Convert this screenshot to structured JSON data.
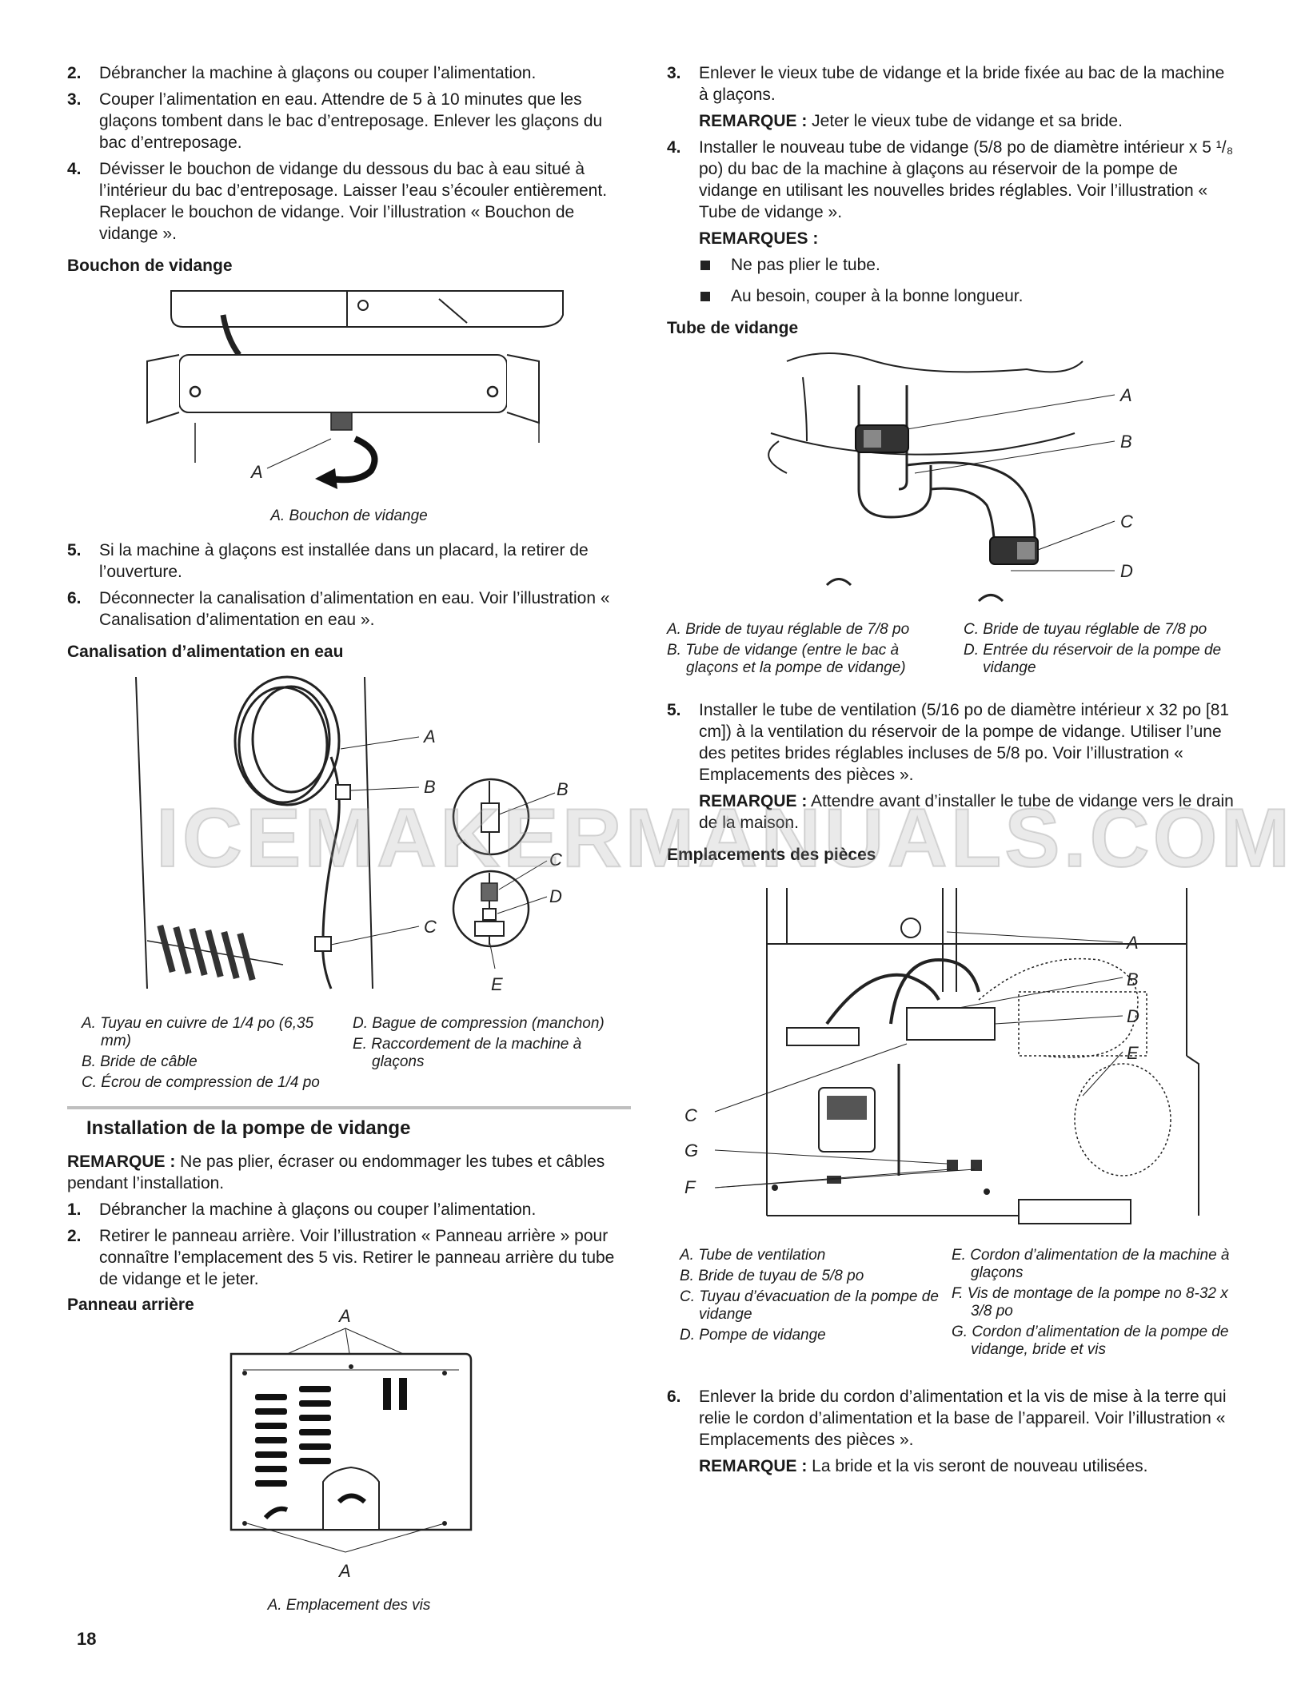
{
  "left": {
    "steps_top": [
      {
        "num": "2.",
        "text": "Débrancher la machine à glaçons ou couper l’alimentation."
      },
      {
        "num": "3.",
        "text": "Couper l’alimentation en eau. Attendre de 5 à 10 minutes que les glaçons tombent dans le bac d’entreposage. Enlever les glaçons du bac d’entreposage."
      },
      {
        "num": "4.",
        "text": "Dévisser le bouchon de vidange du dessous du bac à eau situé à l’intérieur du bac d’entreposage. Laisser l’eau s’écouler entièrement. Replacer le bouchon de vidange. Voir l’illustration « Bouchon de vidange »."
      }
    ],
    "fig1": {
      "title": "Bouchon de vidange",
      "label_a": "A",
      "caption": "A. Bouchon de vidange"
    },
    "steps_mid": [
      {
        "num": "5.",
        "text": "Si la machine à glaçons est installée dans un placard, la retirer de l’ouverture."
      },
      {
        "num": "6.",
        "text": "Déconnecter la canalisation d’alimentation en eau. Voir l’illustration « Canalisation d’alimentation en eau »."
      }
    ],
    "fig2": {
      "title": "Canalisation d’alimentation en eau",
      "labels": {
        "a": "A",
        "b": "B",
        "b2": "B",
        "c": "C",
        "c2": "C",
        "d": "D",
        "e": "E"
      },
      "captions_col1": [
        "A. Tuyau en cuivre de 1/4 po (6,35 mm)",
        "B. Bride de câble",
        "C. Écrou de compression de 1/4 po"
      ],
      "captions_col2": [
        "D. Bague de compression (manchon)",
        "E. Raccordement de la machine à glaçons"
      ]
    },
    "section": {
      "title": "Installation de la pompe de vidange",
      "note_label": "REMARQUE :",
      "note_text": " Ne pas plier, écraser ou endommager les tubes et câbles pendant l’installation.",
      "steps": [
        {
          "num": "1.",
          "text": "Débrancher la machine à glaçons ou couper l’alimentation."
        },
        {
          "num": "2.",
          "text": "Retirer le panneau arrière. Voir l’illustration « Panneau arrière » pour connaître l’emplacement des 5 vis. Retirer le panneau arrière du tube de vidange et le jeter."
        }
      ]
    },
    "fig3": {
      "title": "Panneau arrière",
      "label_top": "A",
      "label_bottom": "A",
      "caption": "A. Emplacement des vis"
    }
  },
  "right": {
    "step3": {
      "num": "3.",
      "text": "Enlever le vieux tube de vidange et la bride fixée au bac de la machine à glaçons.",
      "note_label": "REMARQUE :",
      "note_text": " Jeter le vieux tube de vidange et sa bride."
    },
    "step4": {
      "num": "4.",
      "text": "Installer le nouveau tube de vidange (5/8 po de diamètre intérieur x 5 ¹/₈ po) du bac de la machine à glaçons au réservoir de la pompe de vidange en utilisant les nouvelles brides réglables. Voir l’illustration « Tube de vidange ».",
      "notes_label": "REMARQUES :",
      "bullets": [
        "Ne pas plier le tube.",
        "Au besoin, couper à la bonne longueur."
      ]
    },
    "fig4": {
      "title": "Tube de vidange",
      "labels": {
        "a": "A",
        "b": "B",
        "c": "C",
        "d": "D"
      },
      "captions": [
        "A. Bride de tuyau réglable de 7/8 po",
        "C. Bride de tuyau réglable de 7/8 po",
        "B. Tube de vidange (entre le bac à glaçons et la pompe de vidange)",
        "D. Entrée du réservoir de la pompe de vidange"
      ]
    },
    "step5": {
      "num": "5.",
      "text": "Installer le tube de ventilation (5/16 po de diamètre intérieur x 32 po [81 cm]) à la ventilation du réservoir de la pompe de vidange. Utiliser l’une des petites brides réglables incluses de 5/8 po. Voir l’illustration « Emplacements des pièces ».",
      "note_label": "REMARQUE :",
      "note_text": " Attendre avant d’installer le tube de vidange vers le drain de la maison."
    },
    "fig5": {
      "title": "Emplacements des pièces",
      "labels": {
        "a": "A",
        "b": "B",
        "d": "D",
        "e": "E",
        "c": "C",
        "g": "G",
        "f": "F"
      },
      "captions_col1": [
        "A. Tube de ventilation",
        "B. Bride de tuyau de 5/8 po",
        "C. Tuyau d’évacuation de la pompe de vidange",
        "D. Pompe de vidange"
      ],
      "captions_col2": [
        "E. Cordon d’alimentation de la machine à glaçons",
        "F. Vis de montage de la pompe no 8-32 x 3/8 po",
        "G. Cordon d’alimentation de la pompe de vidange, bride et vis"
      ]
    },
    "step6": {
      "num": "6.",
      "text": "Enlever la bride du cordon d’alimentation et la vis de mise à la terre qui relie le cordon d’alimentation et la base de l’appareil. Voir l’illustration « Emplacements des pièces ».",
      "note_label": "REMARQUE :",
      "note_text": " La bride et la vis seront de nouveau utilisées."
    }
  },
  "watermark": "ICEMAKERMANUALS.COM",
  "page_number": "18"
}
